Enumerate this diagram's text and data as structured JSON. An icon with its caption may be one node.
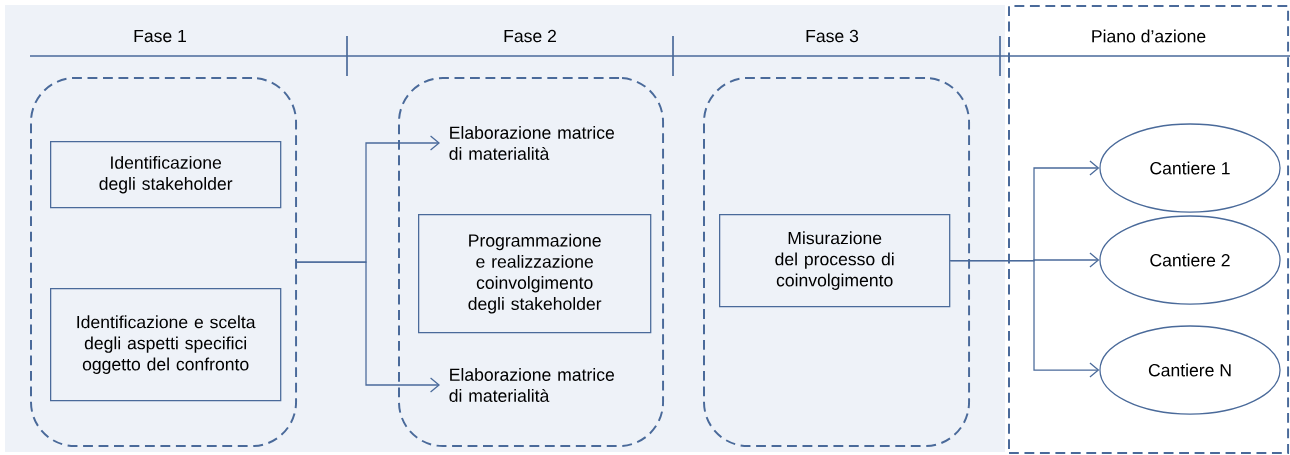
{
  "diagram": {
    "nodes": [
      {
        "text": [],
        "shape": "box"
      },
      {
        "text": [
          "Identificazione degli stakeholder"
        ],
        "in": 0
      },
      {
        "text": [
          "Identificazione e scelta degli aspetti specifici oggetto del confronto"
        ],
        "in": 0
      },
      {
        "text": [],
        "shape": "box"
      },
      {
        "text": [
          "Elaborazione matrice di materialità"
        ],
        "in": 3
      },
      {
        "text": [
          "Programmazione e realizzazione coinvolgimento degli stakeholder"
        ],
        "in": 3
      },
      {
        "text": [
          "Elaborazione matrice di materialità"
        ],
        "in": 3
      },
      {
        "text": [],
        "shape": "box"
      },
      {
        "text": [
          "Misurazione del processo di coinvolgimento"
        ],
        "in": 7
      },
      {
        "text": [
          "Piano d’azione"
        ]
      },
      {
        "text": [
          "Cantiere 1"
        ],
        "in": 9
      },
      {
        "text": [
          "Cantiere 2"
        ],
        "in": 9
      },
      {
        "text": [
          "Cantiere N"
        ],
        "in": 9
      }
    ],
    "edges": [
      {
        "from": 0,
        "to": 4,
        "arrow": "to"
      },
      {
        "from": 0,
        "to": 6,
        "arrow": "to"
      },
      {
        "from": 8,
        "to": 10,
        "arrow": "to"
      },
      {
        "from": 8,
        "to": 11,
        "arrow": "to"
      },
      {
        "from": 8,
        "to": 12,
        "arrow": "to"
      }
    ],
    "labels": [
      "Fase 1",
      "Fase 2",
      "Fase 3"
    ]
  }
}
